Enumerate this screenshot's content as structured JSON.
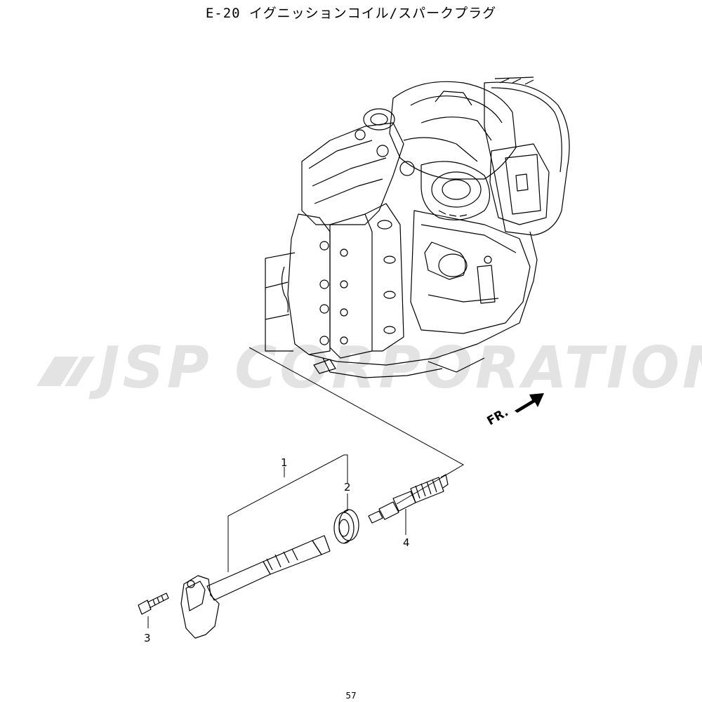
{
  "page": {
    "title": "E-20 イグニッションコイル/スパークプラグ",
    "page_number": "57"
  },
  "watermark": {
    "logo_text": "JSP CORPORATION"
  },
  "direction": {
    "label": "FR."
  },
  "callouts": [
    {
      "id": "1",
      "label": "1",
      "part": "ignition-coil"
    },
    {
      "id": "2",
      "label": "2",
      "part": "plug-cap-seal"
    },
    {
      "id": "3",
      "label": "3",
      "part": "coil-bolt"
    },
    {
      "id": "4",
      "label": "4",
      "part": "spark-plug"
    }
  ],
  "icons": {
    "direction_arrow": "arrow-right-up-icon"
  },
  "colors": {
    "line": "#000000",
    "watermark": "#e3e3e3",
    "background": "#ffffff"
  }
}
